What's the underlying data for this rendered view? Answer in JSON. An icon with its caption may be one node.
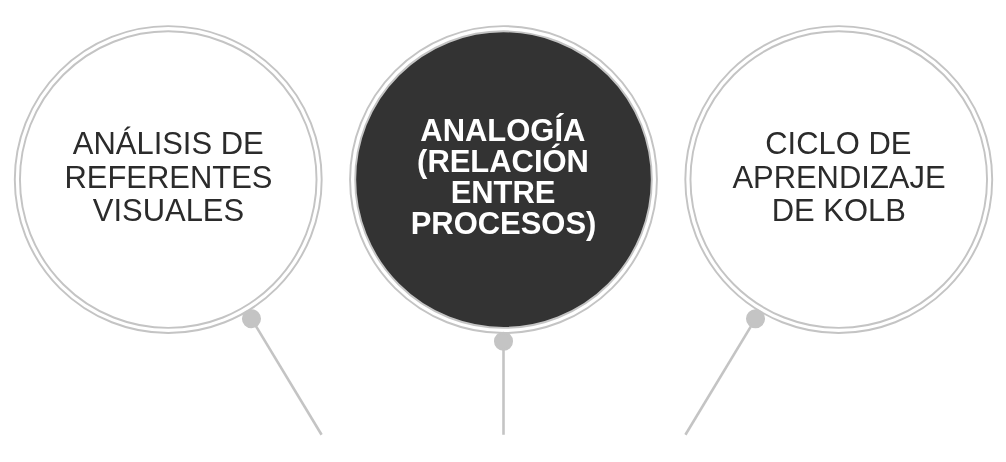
{
  "diagram": {
    "nodes": [
      {
        "text": [
          "ANÁLISIS DE REFERENTES VISUALES"
        ]
      },
      {
        "text": [
          "ANALOGÍA (RELACIÓN ENTRE PROCESOS)"
        ]
      },
      {
        "text": [
          "CICLO DE APRENDIZAJE DE KOLB"
        ]
      }
    ],
    "edges": [
      {
        "from": 0,
        "to": null,
        "arrow": "other"
      },
      {
        "from": 1,
        "to": null,
        "arrow": "other"
      },
      {
        "from": 2,
        "to": null,
        "arrow": "other"
      }
    ]
  }
}
